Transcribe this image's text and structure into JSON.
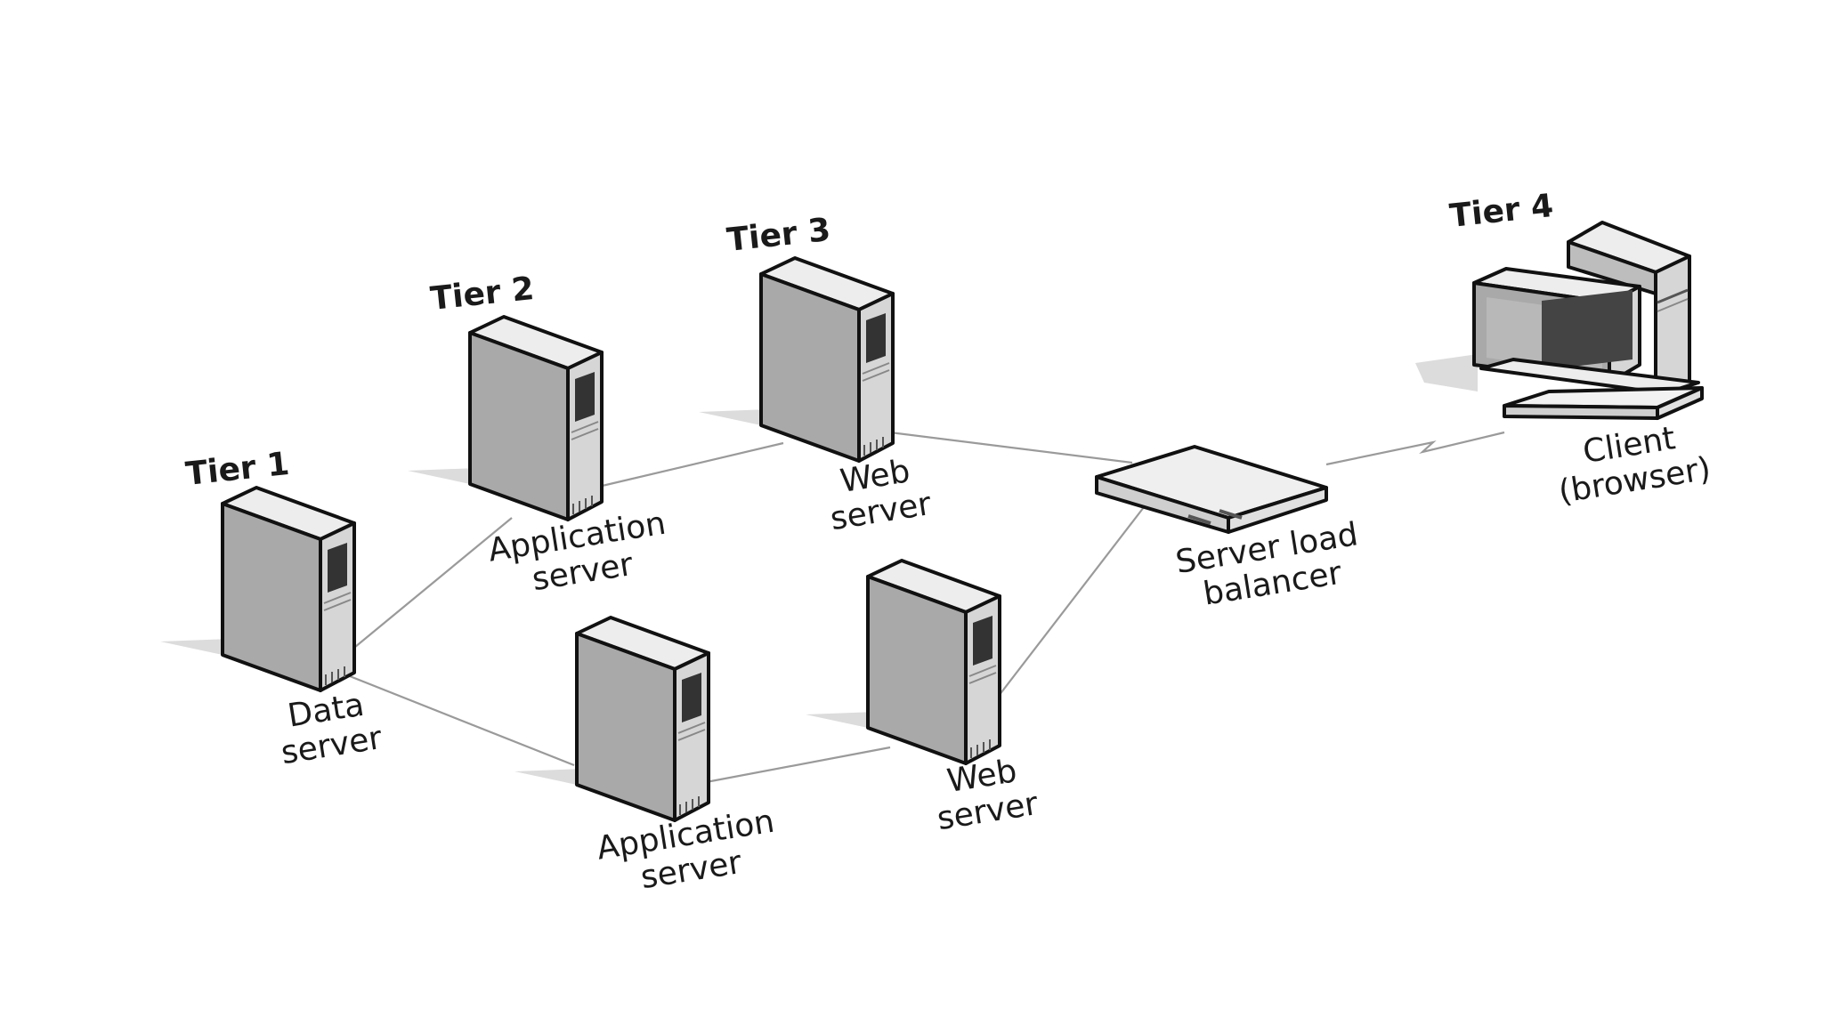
{
  "tiers": {
    "tier1": "Tier 1",
    "tier2": "Tier 2",
    "tier3": "Tier 3",
    "tier4": "Tier 4"
  },
  "nodes": {
    "data_server": [
      "Data",
      "server"
    ],
    "app_server_top": [
      "Application",
      "server"
    ],
    "app_server_bottom": [
      "Application",
      "server"
    ],
    "web_server_top": [
      "Web",
      "server"
    ],
    "web_server_bottom": [
      "Web",
      "server"
    ],
    "load_balancer": [
      "Server load",
      "balancer"
    ],
    "client": [
      "Client",
      "(browser)"
    ]
  },
  "colors": {
    "server_front": "#a9a9a9",
    "server_side": "#d6d6d6",
    "server_top": "#ededed",
    "shadow": "#dcdcdc",
    "connector": "#9a9a9a"
  }
}
